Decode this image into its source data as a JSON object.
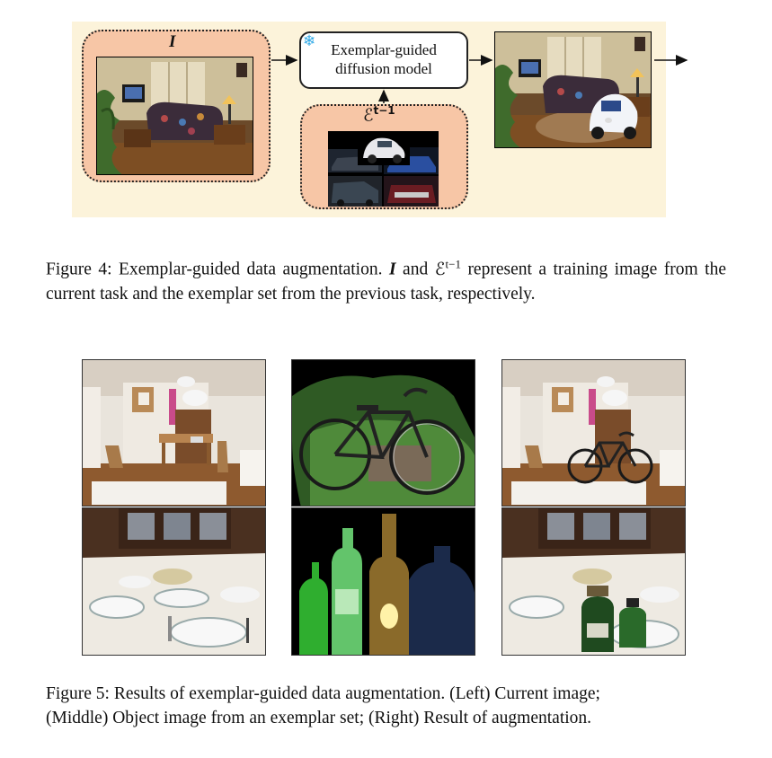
{
  "figure4": {
    "input_label": "I",
    "exemplar_label_base": "ℰ",
    "exemplar_label_sup": "t−1",
    "model_line1": "Exemplar-guided",
    "model_line2": "diffusion model",
    "snowflake_icon": "❄",
    "caption": {
      "label": "Figure 4:",
      "text_before_I": "Exemplar-guided data augmentation.",
      "I": "I",
      "and": "and",
      "E": "ℰ",
      "E_sup": "t−1",
      "text_after": "represent a training image from the current task and the exemplar set from the previous task, respectively."
    }
  },
  "figure5": {
    "columns": [
      "Current image",
      "Object image from an exemplar set",
      "Result of augmentation"
    ],
    "rows": [
      {
        "scene": "living room",
        "object": "bicycle"
      },
      {
        "scene": "dining table",
        "object": "bottles"
      }
    ],
    "caption": {
      "line1": "Figure 5: Results of exemplar-guided data augmentation. (Left) Current image;",
      "line2": "(Middle) Object image from an exemplar set; (Right) Result of augmentation."
    }
  }
}
